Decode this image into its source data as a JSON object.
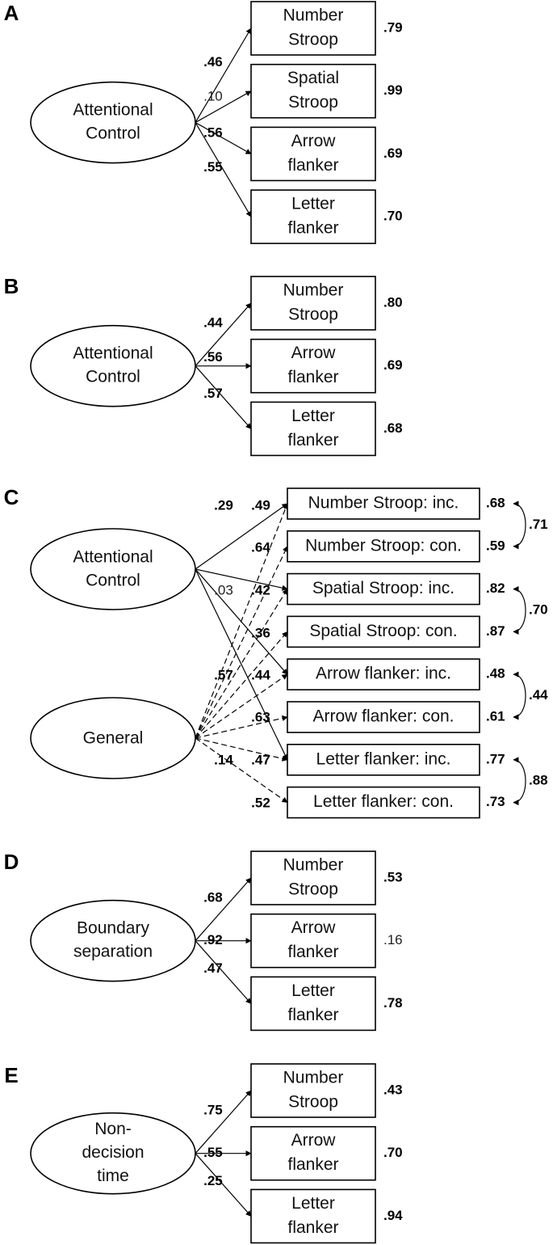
{
  "panels": [
    {
      "label": "A",
      "factor": [
        "Attentional",
        "Control"
      ],
      "boxes": [
        {
          "lines": [
            "Number",
            "Stroop"
          ],
          "loading": ".46",
          "loading_bold": true,
          "residual": ".79",
          "residual_bold": true
        },
        {
          "lines": [
            "Spatial",
            "Stroop"
          ],
          "loading": ".10",
          "loading_bold": false,
          "residual": ".99",
          "residual_bold": true
        },
        {
          "lines": [
            "Arrow",
            "flanker"
          ],
          "loading": ".56",
          "loading_bold": true,
          "residual": ".69",
          "residual_bold": true
        },
        {
          "lines": [
            "Letter",
            "flanker"
          ],
          "loading": ".55",
          "loading_bold": true,
          "residual": ".70",
          "residual_bold": true
        }
      ]
    },
    {
      "label": "B",
      "factor": [
        "Attentional",
        "Control"
      ],
      "boxes": [
        {
          "lines": [
            "Number",
            "Stroop"
          ],
          "loading": ".44",
          "loading_bold": true,
          "residual": ".80",
          "residual_bold": true
        },
        {
          "lines": [
            "Arrow",
            "flanker"
          ],
          "loading": ".56",
          "loading_bold": true,
          "residual": ".69",
          "residual_bold": true
        },
        {
          "lines": [
            "Letter",
            "flanker"
          ],
          "loading": ".57",
          "loading_bold": true,
          "residual": ".68",
          "residual_bold": true
        }
      ]
    },
    {
      "label": "C",
      "factors": [
        [
          "Attentional",
          "Control"
        ],
        [
          "General"
        ]
      ],
      "boxes": [
        {
          "text": "Number Stroop: inc.",
          "residual": ".68"
        },
        {
          "text": "Number Stroop: con.",
          "residual": ".59"
        },
        {
          "text": "Spatial Stroop: inc.",
          "residual": ".82"
        },
        {
          "text": "Spatial Stroop: con.",
          "residual": ".87"
        },
        {
          "text": "Arrow flanker: inc.",
          "residual": ".48"
        },
        {
          "text": "Arrow flanker: con.",
          "residual": ".61"
        },
        {
          "text": "Letter flanker: inc.",
          "residual": ".77"
        },
        {
          "text": "Letter flanker: con.",
          "residual": ".73"
        }
      ],
      "ac_loadings": [
        {
          "value": ".29",
          "bold": true
        },
        {
          "value": ".03",
          "bold": false
        },
        {
          "value": ".36",
          "bold": true
        },
        {
          "value": ".63",
          "bold": true
        }
      ],
      "general_loadings": [
        {
          "value": ".49",
          "bold": true
        },
        {
          "value": ".64",
          "bold": true
        },
        {
          "value": ".42",
          "bold": true
        },
        {
          "value": ".57",
          "bold": true
        },
        {
          "value": ".44",
          "bold": true
        },
        {
          "value": ".14",
          "bold": true
        },
        {
          "value": ".47",
          "bold": true
        },
        {
          "value": ".52",
          "bold": true
        }
      ],
      "correlations": [
        ".71",
        ".70",
        ".44",
        ".88"
      ]
    },
    {
      "label": "D",
      "factor": [
        "Boundary",
        "separation"
      ],
      "boxes": [
        {
          "lines": [
            "Number",
            "Stroop"
          ],
          "loading": ".68",
          "loading_bold": true,
          "residual": ".53",
          "residual_bold": true
        },
        {
          "lines": [
            "Arrow",
            "flanker"
          ],
          "loading": ".92",
          "loading_bold": true,
          "residual": ".16",
          "residual_bold": false
        },
        {
          "lines": [
            "Letter",
            "flanker"
          ],
          "loading": ".47",
          "loading_bold": true,
          "residual": ".78",
          "residual_bold": true
        }
      ]
    },
    {
      "label": "E",
      "factor": [
        "Non-",
        "decision",
        "time"
      ],
      "boxes": [
        {
          "lines": [
            "Number",
            "Stroop"
          ],
          "loading": ".75",
          "loading_bold": true,
          "residual": ".43",
          "residual_bold": true
        },
        {
          "lines": [
            "Arrow",
            "flanker"
          ],
          "loading": ".55",
          "loading_bold": true,
          "residual": ".70",
          "residual_bold": true
        },
        {
          "lines": [
            "Letter",
            "flanker"
          ],
          "loading": ".25",
          "loading_bold": true,
          "residual": ".94",
          "residual_bold": true
        }
      ]
    }
  ]
}
